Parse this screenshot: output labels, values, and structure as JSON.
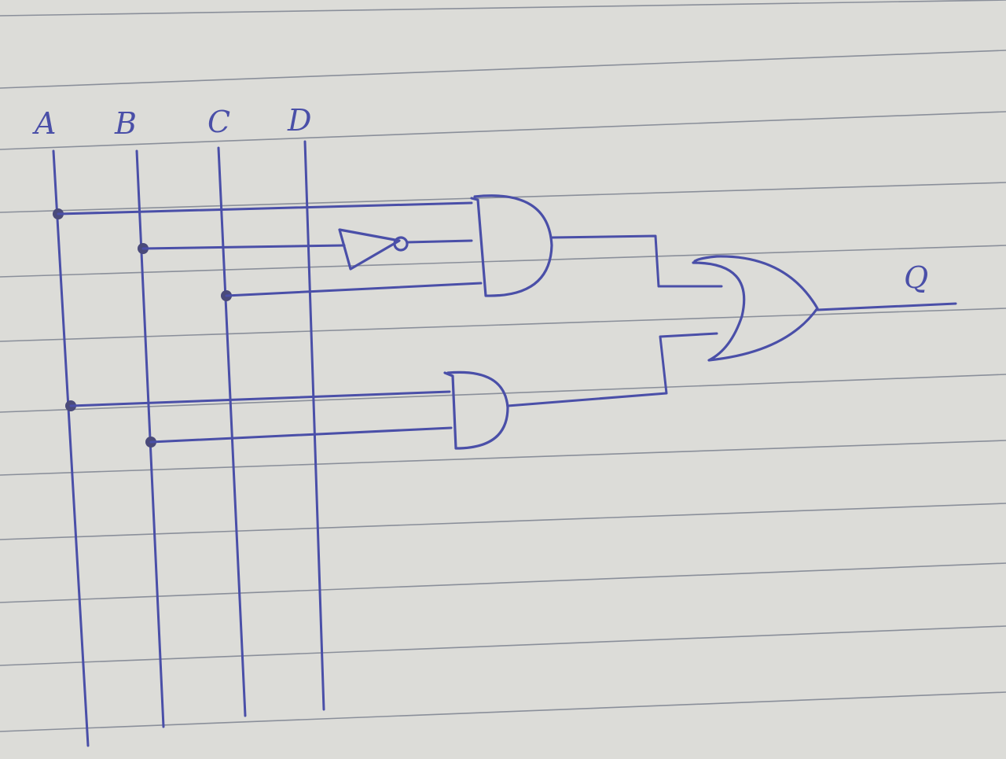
{
  "inputs": [
    {
      "id": "A",
      "label": "A"
    },
    {
      "id": "B",
      "label": "B"
    },
    {
      "id": "C",
      "label": "C"
    },
    {
      "id": "D",
      "label": "D"
    }
  ],
  "output": {
    "label": "Q"
  },
  "colors": {
    "ink": "#4a4fa8",
    "paper": "#dcdcd8",
    "rule_lines": "#8a8f9a"
  },
  "gates": [
    {
      "id": "and1",
      "type": "AND",
      "inputs": [
        "A",
        "NOT B",
        "C"
      ]
    },
    {
      "id": "not1",
      "type": "NOT",
      "inputs": [
        "B"
      ]
    },
    {
      "id": "and2",
      "type": "AND",
      "inputs": [
        "A",
        "B"
      ]
    },
    {
      "id": "or1",
      "type": "OR",
      "inputs": [
        "and1",
        "and2"
      ],
      "output": "Q"
    }
  ]
}
